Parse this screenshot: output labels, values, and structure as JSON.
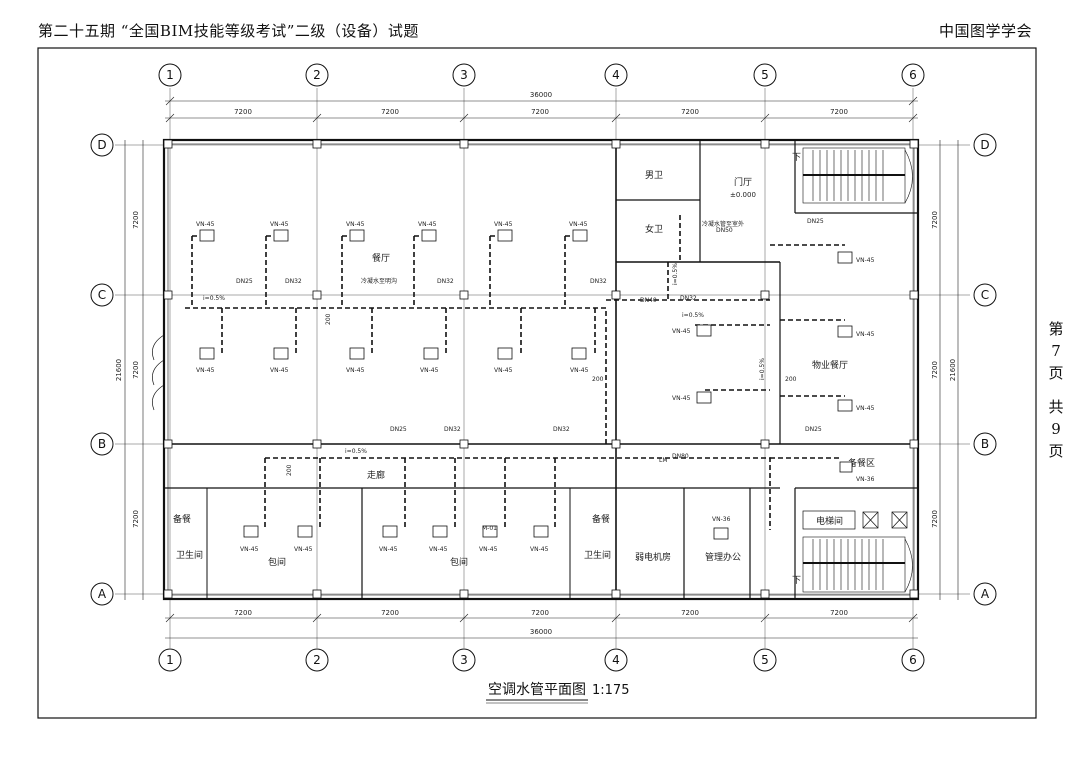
{
  "header": {
    "left": "第二十五期 “全国BIM技能等级考试”二级（设备）试题",
    "right": "中国图学学会"
  },
  "page_indicator": [
    "第",
    "7",
    "页",
    "共",
    "9",
    "页"
  ],
  "drawing": {
    "title": "空调水管平面图",
    "scale": "1:175",
    "column_axes": [
      "1",
      "2",
      "3",
      "4",
      "5",
      "6"
    ],
    "row_axes": [
      "D",
      "C",
      "B",
      "A"
    ],
    "total_dimension": "36000",
    "bay_dimension": "7200",
    "side_total": "21600",
    "elevation": "±0.000",
    "rooms": {
      "dining_hall": "餐厅",
      "lobby": "门厅",
      "mens_wc": "男卫",
      "womens_wc": "女卫",
      "property_dining": "物业餐厅",
      "corridor": "走廊",
      "private_room": "包间",
      "storage": "备餐",
      "toilet": "卫生间",
      "pump_room": "弱电机房",
      "office": "管理办公",
      "prep_area": "备餐区",
      "elevator": "电梯间",
      "stair_down": "下"
    },
    "units": {
      "vn45": "VN-45",
      "vn36": "VN-36",
      "m01": "M-01"
    },
    "pipe_labels": {
      "dn25": "DN25",
      "dn32": "DN32",
      "dn40": "DN40",
      "dn50": "DN50",
      "dn80": "DN80",
      "slope": "i=0.5%",
      "d200": "200",
      "lm": "LM",
      "note_riser": "冷凝水管至室外",
      "note_branch": "冷凝水至明沟"
    }
  }
}
